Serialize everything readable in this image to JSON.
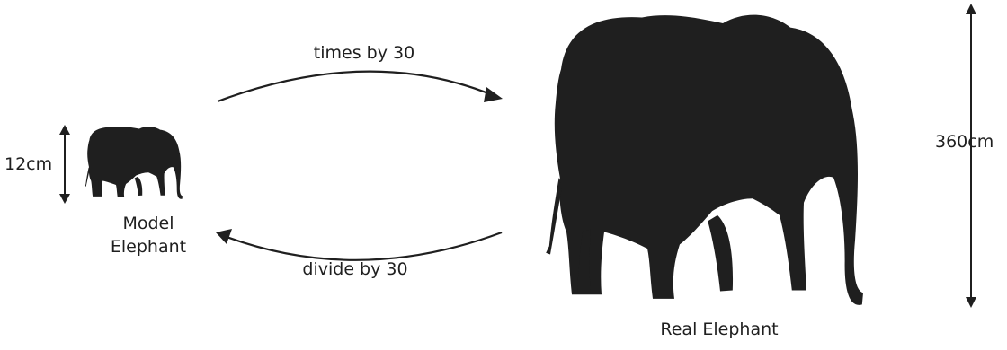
{
  "model": {
    "height_label": "12cm",
    "name_line1": "Model",
    "name_line2": "Elephant"
  },
  "real": {
    "height_label": "360cm",
    "name": "Real Elephant"
  },
  "arrows": {
    "forward_label": "times by 30",
    "backward_label": "divide by 30"
  },
  "colors": {
    "silhouette": "#1f1f1f",
    "text": "#1f1f1f",
    "background": "#ffffff"
  }
}
